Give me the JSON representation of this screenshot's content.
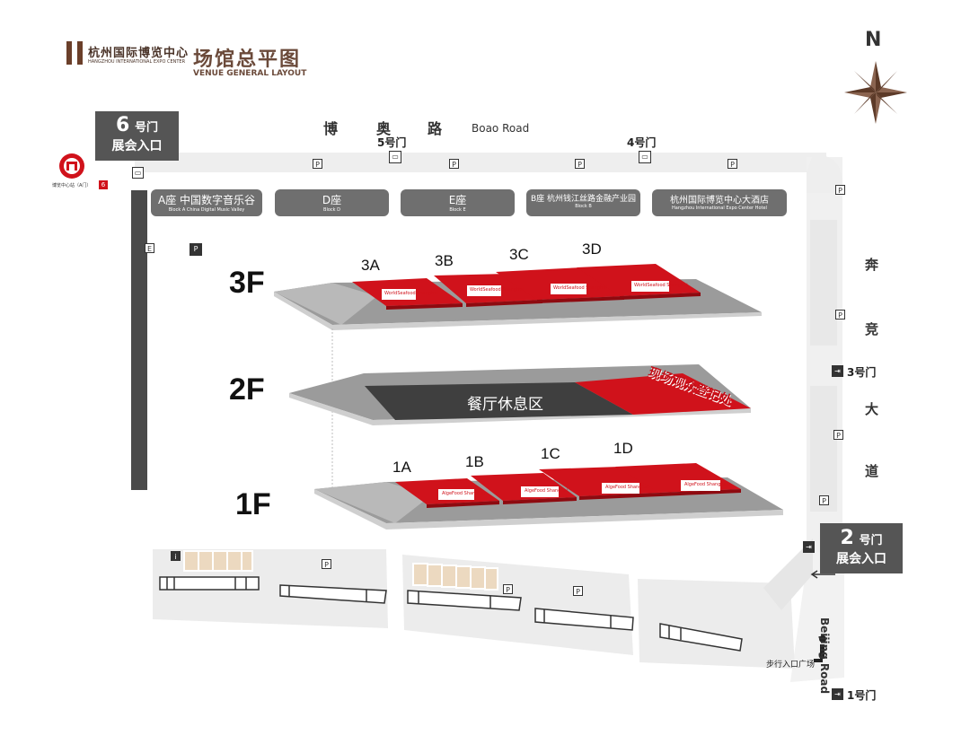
{
  "logo": {
    "name_cn": "杭州国际博览中心",
    "name_en": "HANGZHOU INTERNATIONAL EXPO CENTER"
  },
  "title": {
    "cn": "场馆总平图",
    "en": "VENUE GENERAL LAYOUT"
  },
  "north": "N",
  "roads": {
    "boao_cn": [
      "博",
      "奥",
      "路"
    ],
    "boao_en": "Boao Road",
    "benjing_cn": [
      "奔",
      "竞",
      "大",
      "道"
    ],
    "beijing_en": "Beijing Road"
  },
  "gates": {
    "gate6": {
      "num": "6",
      "hm": "号门",
      "entry": "展会入口"
    },
    "gate5": "5号门",
    "gate4": "4号门",
    "gate3": "3号门",
    "gate2": {
      "num": "2",
      "hm": "号门",
      "entry": "展会入口"
    },
    "gate1": "1号门"
  },
  "metro": {
    "label": "博览中心站（A门）",
    "badge": "6"
  },
  "pedestrian": "步行入口广场",
  "blocks": [
    {
      "main": "A座 中国数字音乐谷",
      "sub": "Block A  China Digital Music Valley"
    },
    {
      "main": "D座",
      "sub": "Block D"
    },
    {
      "main": "E座",
      "sub": "Block E"
    },
    {
      "main": "B座 杭州钱江丝路金融产业园",
      "sub": "Block B"
    },
    {
      "main": "杭州国际博览中心大酒店",
      "sub": "Hangzhou International Expo Center Hotel"
    }
  ],
  "floors": {
    "f3": {
      "label": "3F",
      "halls": [
        "3A",
        "3B",
        "3C",
        "3D"
      ],
      "brand": "WorldSeafood Shanghai"
    },
    "f2": {
      "label": "2F",
      "zone": "餐厅休息区",
      "reg": "现场观众登记处"
    },
    "f1": {
      "label": "1F",
      "halls": [
        "1A",
        "1B",
        "1C",
        "1D"
      ],
      "brand": "AlgeFood Shanghai"
    }
  },
  "colors": {
    "hall_red": "#d0121b",
    "floor_grey": "#9b9b9b",
    "zone_dark": "#3f3f3f",
    "gate_box": "#555555",
    "road_grey": "#eeeeee"
  }
}
